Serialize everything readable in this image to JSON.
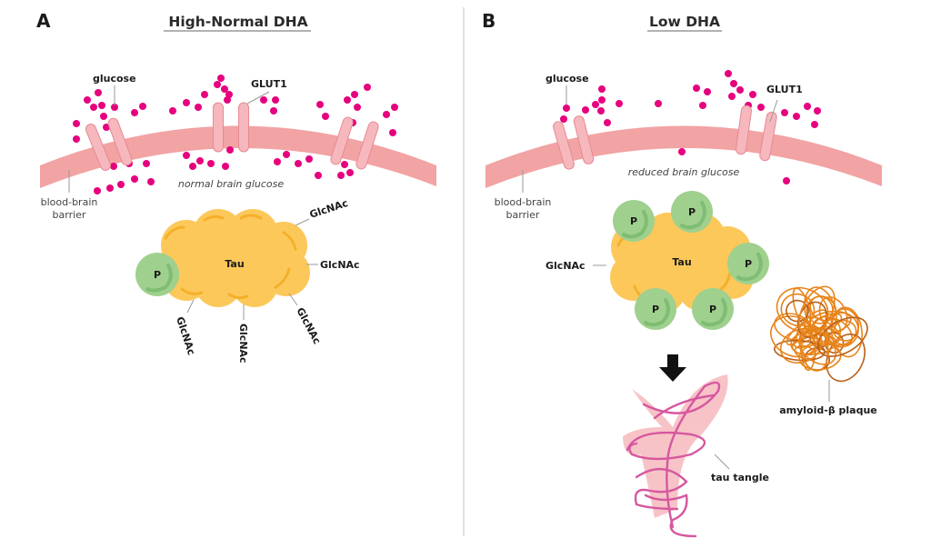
{
  "panels": [
    {
      "letter": "A",
      "title": "High-Normal DHA",
      "labels": {
        "glucose": "glucose",
        "glut1": "GLUT1",
        "barrier_line1": "blood-brain",
        "barrier_line2": "barrier",
        "brain_glucose": "normal brain glucose",
        "tau": "Tau",
        "phosphate": "P",
        "glcnac": [
          "GlcNAc",
          "GlcNAc",
          "GlcNAc",
          "GlcNAc",
          "GlcNAc"
        ]
      },
      "phosphate_count": 1,
      "glcnac_count": 5,
      "glut1_pairs": 3
    },
    {
      "letter": "B",
      "title": "Low DHA",
      "labels": {
        "glucose": "glucose",
        "glut1": "GLUT1",
        "barrier_line1": "blood-brain",
        "barrier_line2": "barrier",
        "brain_glucose": "reduced brain glucose",
        "tau": "Tau",
        "phosphate": "P",
        "glcnac": [
          "GlcNAc"
        ],
        "tau_tangle": "tau tangle",
        "amyloid": "amyloid-β plaque"
      },
      "phosphate_count": 5,
      "glcnac_count": 1,
      "glut1_pairs": 2
    }
  ],
  "colors": {
    "membrane": "#f2a3a3",
    "transporter": "#f6b8bd",
    "transporter_stroke": "#e58a94",
    "glucose": "#e6007e",
    "tau": "#fcc85a",
    "tau_shade": "#f4b02a",
    "phosphate": "#9fd08e",
    "phosphate_shade": "#7fbd73",
    "tangle": "#d6589f",
    "tangle_bg": "#f7c3c7",
    "amyloid": "#e8841a",
    "amyloid_dark": "#b8601a",
    "arrow": "#111111",
    "divider": "#bbbbbb"
  }
}
